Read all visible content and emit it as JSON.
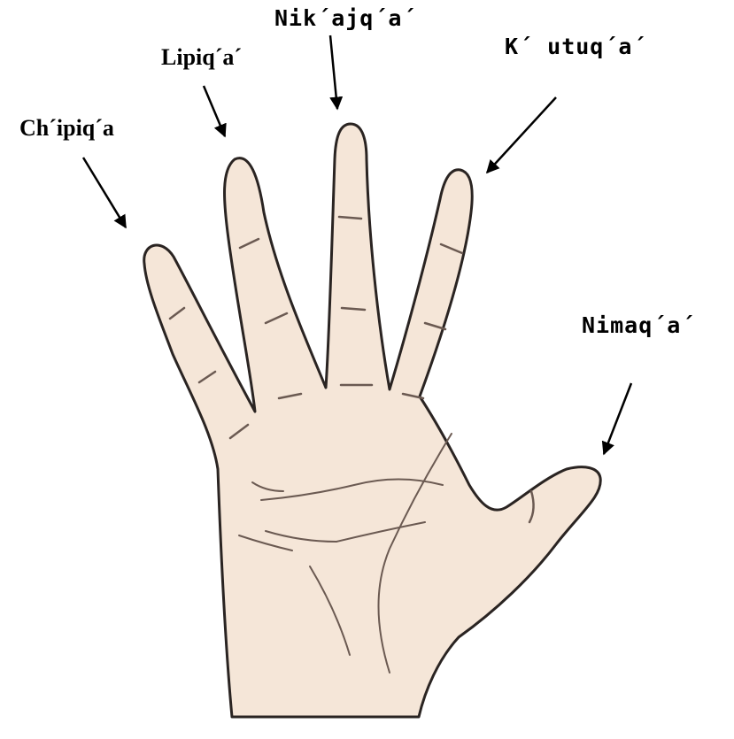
{
  "labels": {
    "pinky": "Ch´ipiq´a",
    "ring": "Lipiq´a´",
    "middle": "Nik´ajq´a´",
    "index": "K´ utuq´a´",
    "thumb": "Nimaq´a´"
  },
  "colors": {
    "skin": "#f5e6d8",
    "outline": "#2a2422",
    "crease": "#6b5a52",
    "arrow": "#000000"
  }
}
